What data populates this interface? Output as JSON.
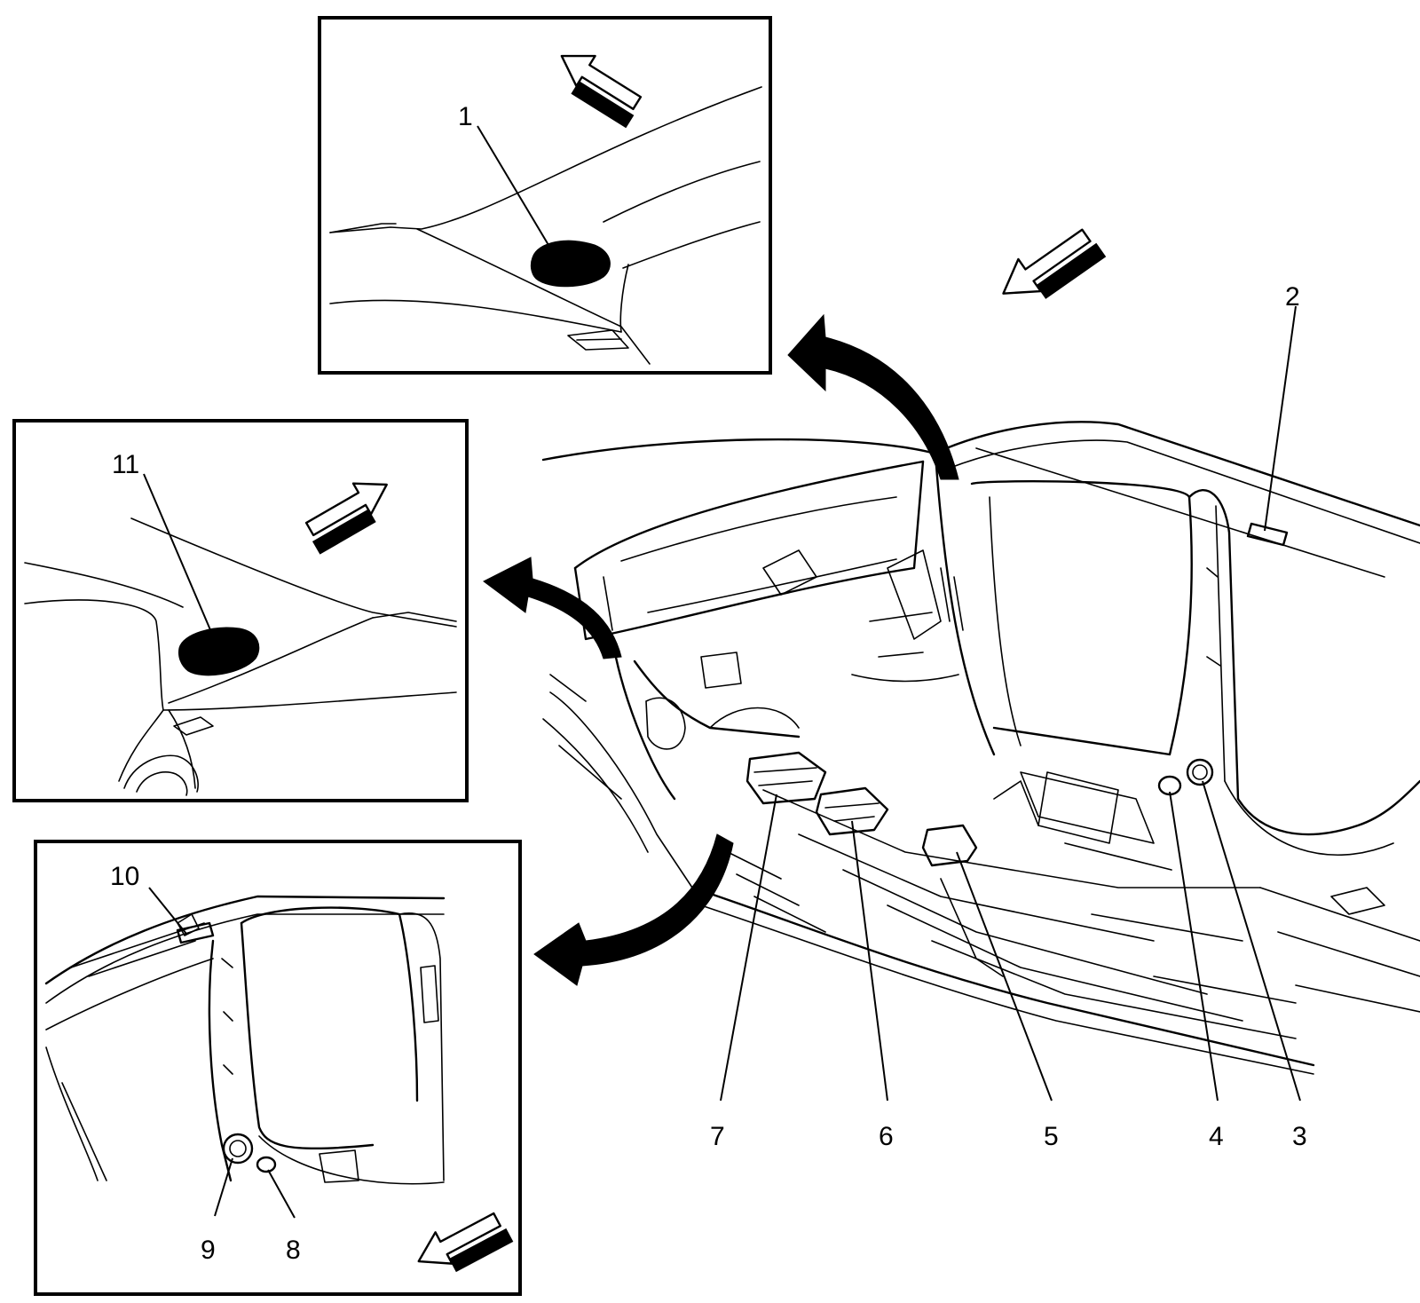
{
  "callouts": {
    "c1": "1",
    "c2": "2",
    "c3": "3",
    "c4": "4",
    "c5": "5",
    "c6": "6",
    "c7": "7",
    "c8": "8",
    "c9": "9",
    "c10": "10",
    "c11": "11"
  },
  "icons": {
    "direction_arrow": "forward-direction-arrow-icon",
    "zoom_arrow": "curved-callout-arrow-icon"
  },
  "colors": {
    "line": "#000000",
    "background": "#ffffff"
  }
}
